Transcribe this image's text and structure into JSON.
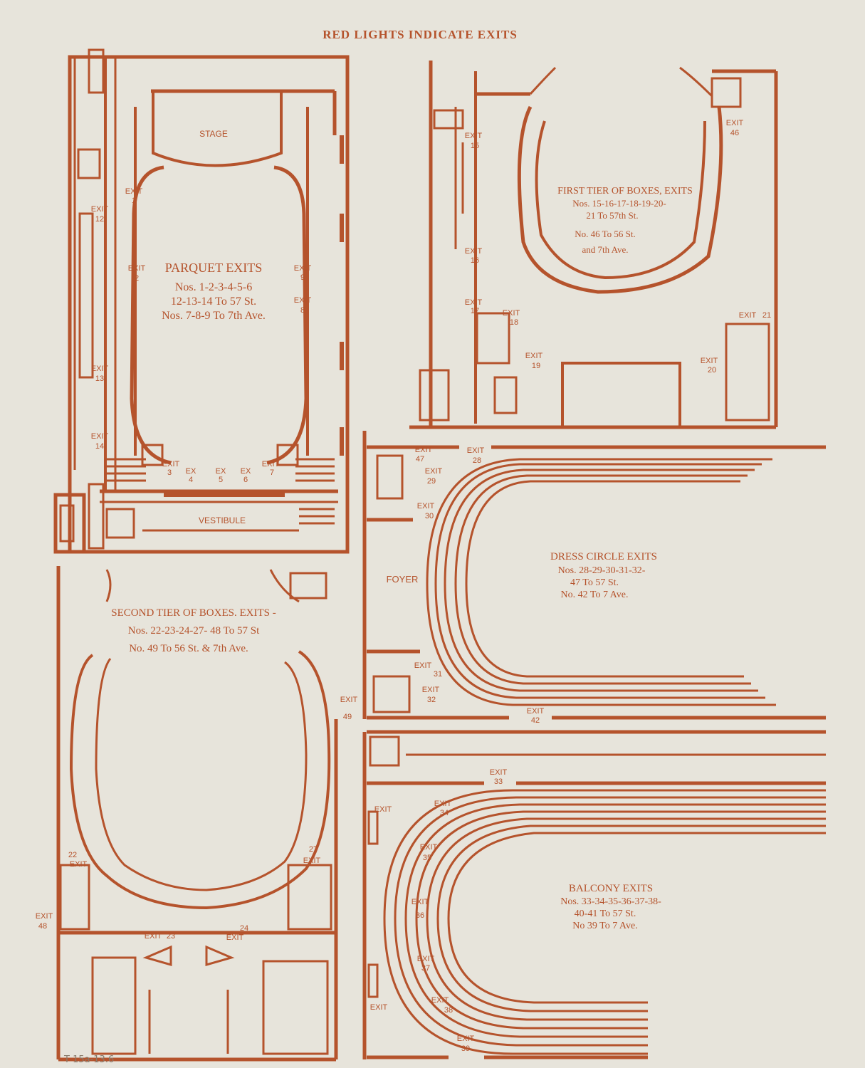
{
  "header": "RED LIGHTS INDICATE EXITS",
  "colors": {
    "ink": "#b5532c",
    "paper": "#e7e4db"
  },
  "parquet": {
    "stage": "STAGE",
    "vestibule": "VESTIBULE",
    "title": "PARQUET EXITS",
    "line1": "Nos. 1-2-3-4-5-6",
    "line2": "12-13-14 To 57 St.",
    "line3": "Nos. 7-8-9 To 7th Ave.",
    "exit_word": "EXIT",
    "ex_word": "EX",
    "exits": [
      "1",
      "2",
      "3",
      "4",
      "5",
      "6",
      "7",
      "8",
      "9",
      "12",
      "13",
      "14"
    ]
  },
  "first_tier": {
    "title": "FIRST TIER OF BOXES, EXITS",
    "line1": "Nos. 15-16-17-18-19-20-",
    "line2": "21 To 57th St.",
    "line3": "No. 46 To 56 St.",
    "line4": "and 7th Ave.",
    "exits": [
      "15",
      "16",
      "17",
      "18",
      "19",
      "20",
      "21",
      "46"
    ]
  },
  "dress_circle": {
    "foyer": "FOYER",
    "title": "DRESS CIRCLE EXITS",
    "line1": "Nos. 28-29-30-31-32-",
    "line2": "47 To 57 St.",
    "line3": "No. 42 To 7 Ave.",
    "exits": [
      "28",
      "29",
      "30",
      "31",
      "32",
      "42",
      "47"
    ]
  },
  "second_tier": {
    "title": "SECOND TIER OF BOXES. EXITS -",
    "line1": "Nos. 22-23-24-27- 48 To 57 St",
    "line2": "No. 49 To 56 St. & 7th Ave.",
    "exits": [
      "22",
      "23",
      "24",
      "27",
      "48",
      "49"
    ]
  },
  "balcony": {
    "title": "BALCONY EXITS",
    "line1": "Nos. 33-34-35-36-37-38-",
    "line2": "40-41 To 57 St.",
    "line3": "No 39 To 7 Ave.",
    "exits": [
      "33",
      "34",
      "35",
      "36",
      "37",
      "38",
      "39"
    ]
  },
  "catalog_note": "T 15a-13.6"
}
